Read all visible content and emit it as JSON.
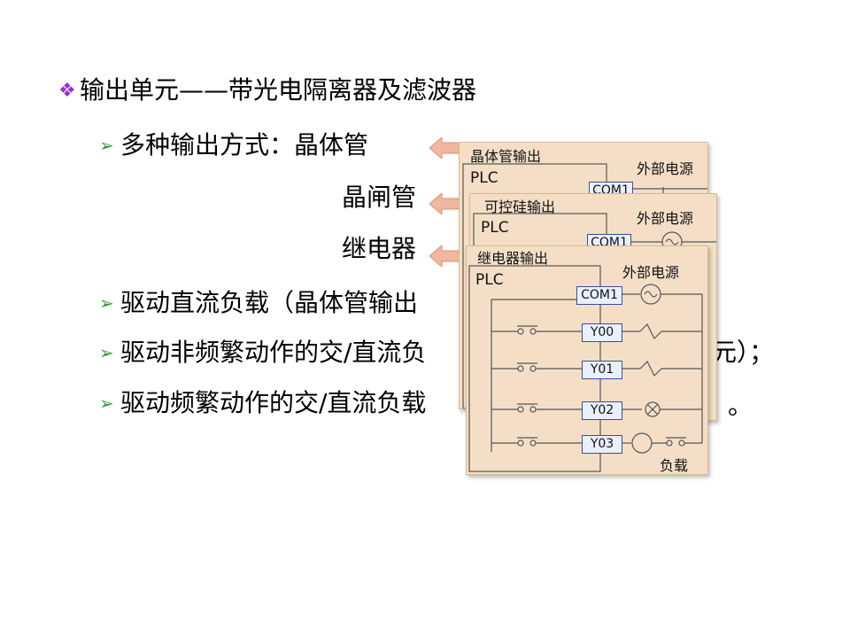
{
  "slide": {
    "heading": "输出单元——带光电隔离器及滤波器",
    "bullets": [
      "多种输出方式：晶体管",
      "晶闸管",
      "继电器",
      "驱动直流负载（晶体管输出",
      "驱动非频繁动作的交/直流负",
      "驱动频繁动作的交/直流负载"
    ],
    "tail_fragments": [
      "元）；",
      "。"
    ]
  },
  "diagram": {
    "cards": [
      {
        "title": "晶体管输出",
        "plc": "PLC",
        "power": "外部电源",
        "com": "COM1"
      },
      {
        "title": "可控硅输出",
        "plc": "PLC",
        "power": "外部电源",
        "com": "COM1"
      },
      {
        "title": "继电器输出",
        "plc": "PLC",
        "power": "外部电源",
        "com": "COM1",
        "outputs": [
          "Y00",
          "Y01",
          "Y02",
          "Y03"
        ],
        "load": "负载"
      }
    ]
  },
  "colors": {
    "main_bullet": "#9933cc",
    "sub_bullet": "#2f9a2f",
    "card_bg": "#f4dfc6",
    "arrow": "#f0b8a0"
  },
  "icons": {
    "main_bullet": "diamond-four-bullet-icon",
    "sub_bullet": "triangle-arrow-bullet-icon"
  }
}
